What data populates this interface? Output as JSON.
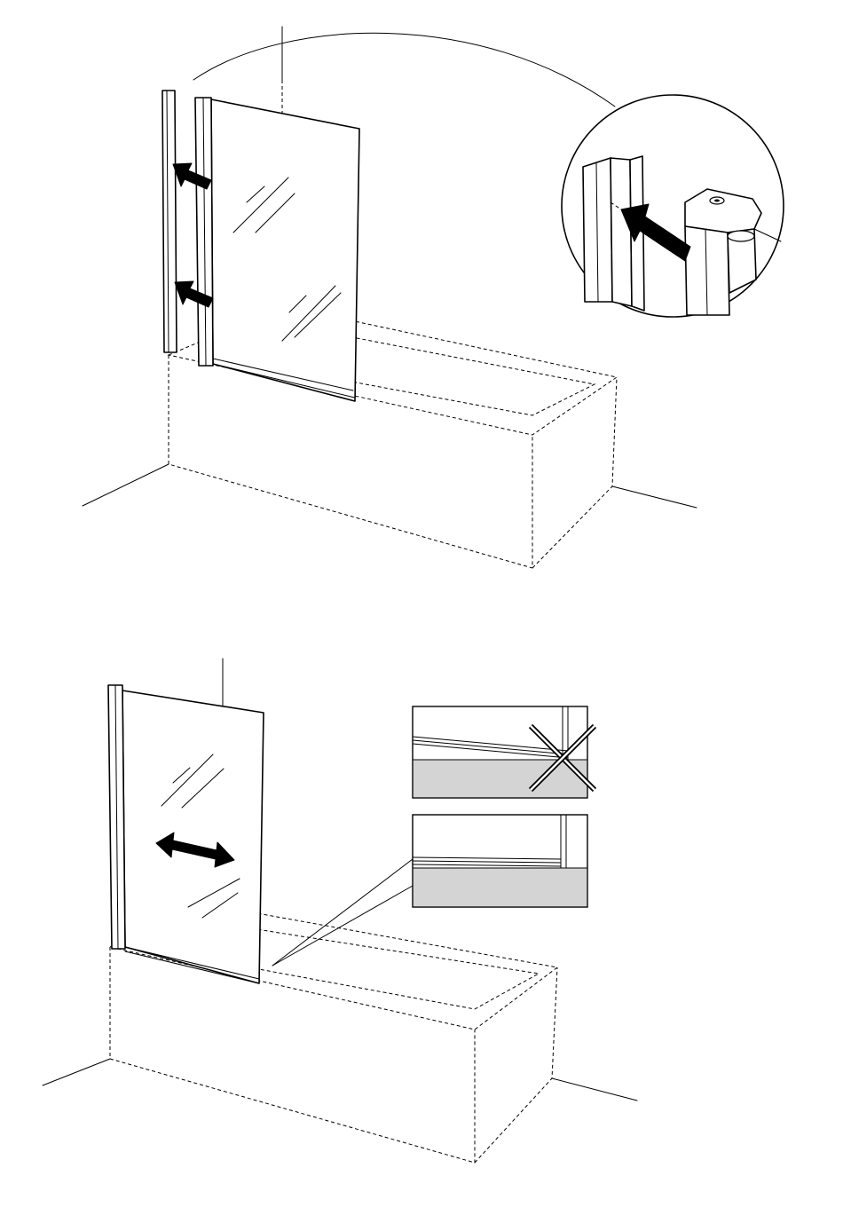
{
  "colors": {
    "line": "#000000",
    "background": "#ffffff",
    "detail_floor": "#d4d4d4"
  },
  "steps": [
    {
      "scene": "attach-glass-panel-profile-to-wall-profile",
      "icons": [
        "push-left-arrow-icon",
        "push-left-arrow-icon",
        "push-arrow-icon"
      ]
    },
    {
      "scene": "adjust-panel-and-check-bottom-seal",
      "icons": [
        "double-arrow-icon",
        "cross-icon"
      ],
      "details": [
        "incorrect-seal-detail",
        "correct-seal-detail"
      ]
    }
  ]
}
